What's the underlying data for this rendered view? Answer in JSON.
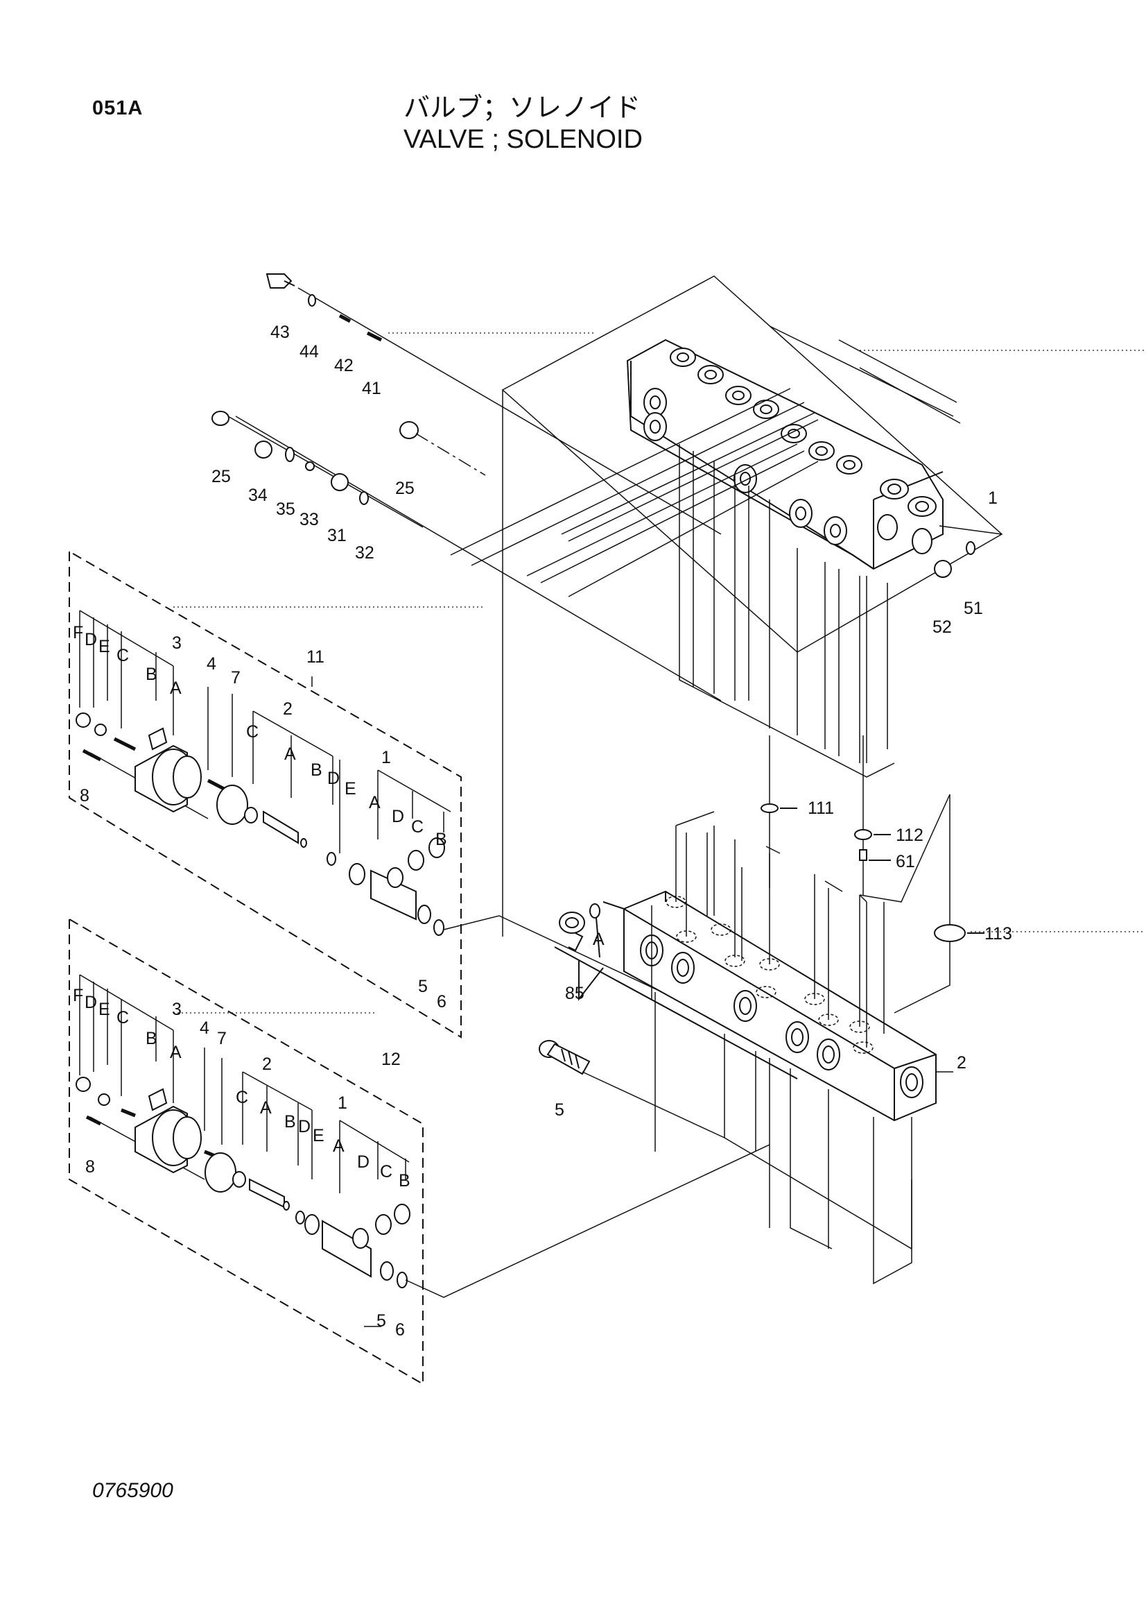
{
  "header": {
    "page_code": "051A",
    "title_jp": "バルブ；ソレノイド",
    "title_en": "VALVE ; SOLENOID"
  },
  "footer": {
    "drawing_number": "0765900"
  },
  "callouts": [
    {
      "id": "c43",
      "text": "43"
    },
    {
      "id": "c44",
      "text": "44"
    },
    {
      "id": "c42",
      "text": "42"
    },
    {
      "id": "c41",
      "text": "41"
    },
    {
      "id": "c25a",
      "text": "25"
    },
    {
      "id": "c34",
      "text": "34"
    },
    {
      "id": "c35",
      "text": "35"
    },
    {
      "id": "c33",
      "text": "33"
    },
    {
      "id": "c31",
      "text": "31"
    },
    {
      "id": "c32",
      "text": "32"
    },
    {
      "id": "c25b",
      "text": "25"
    },
    {
      "id": "c1",
      "text": "1"
    },
    {
      "id": "c52",
      "text": "52"
    },
    {
      "id": "c51",
      "text": "51"
    },
    {
      "id": "c11",
      "text": "11"
    },
    {
      "id": "u1F",
      "text": "F"
    },
    {
      "id": "u1D",
      "text": "D"
    },
    {
      "id": "u1E",
      "text": "E"
    },
    {
      "id": "u1C",
      "text": "C"
    },
    {
      "id": "u1B",
      "text": "B"
    },
    {
      "id": "u1_3",
      "text": "3"
    },
    {
      "id": "u1A",
      "text": "A"
    },
    {
      "id": "u1_4",
      "text": "4"
    },
    {
      "id": "u1_7",
      "text": "7"
    },
    {
      "id": "u1_8",
      "text": "8"
    },
    {
      "id": "u1_2",
      "text": "2"
    },
    {
      "id": "u1_2C",
      "text": "C"
    },
    {
      "id": "u1_2A",
      "text": "A"
    },
    {
      "id": "u1_2B",
      "text": "B"
    },
    {
      "id": "u1_2D",
      "text": "D"
    },
    {
      "id": "u1_2E",
      "text": "E"
    },
    {
      "id": "u1_1",
      "text": "1"
    },
    {
      "id": "u1_1A",
      "text": "A"
    },
    {
      "id": "u1_1D",
      "text": "D"
    },
    {
      "id": "u1_1C",
      "text": "C"
    },
    {
      "id": "u1_1B",
      "text": "B"
    },
    {
      "id": "u1_5",
      "text": "5"
    },
    {
      "id": "u1_6",
      "text": "6"
    },
    {
      "id": "c111",
      "text": "111"
    },
    {
      "id": "c112",
      "text": "112"
    },
    {
      "id": "c61",
      "text": "61"
    },
    {
      "id": "c113",
      "text": "113"
    },
    {
      "id": "cA",
      "text": "A"
    },
    {
      "id": "c85",
      "text": "85"
    },
    {
      "id": "c2",
      "text": "2"
    },
    {
      "id": "c5",
      "text": "5"
    },
    {
      "id": "c12",
      "text": "12"
    },
    {
      "id": "u2F",
      "text": "F"
    },
    {
      "id": "u2D",
      "text": "D"
    },
    {
      "id": "u2E",
      "text": "E"
    },
    {
      "id": "u2C",
      "text": "C"
    },
    {
      "id": "u2B",
      "text": "B"
    },
    {
      "id": "u2_3",
      "text": "3"
    },
    {
      "id": "u2A",
      "text": "A"
    },
    {
      "id": "u2_4",
      "text": "4"
    },
    {
      "id": "u2_7",
      "text": "7"
    },
    {
      "id": "u2_8",
      "text": "8"
    },
    {
      "id": "u2_2",
      "text": "2"
    },
    {
      "id": "u2_2C",
      "text": "C"
    },
    {
      "id": "u2_2A",
      "text": "A"
    },
    {
      "id": "u2_2B",
      "text": "B"
    },
    {
      "id": "u2_2D",
      "text": "D"
    },
    {
      "id": "u2_2E",
      "text": "E"
    },
    {
      "id": "u2_1",
      "text": "1"
    },
    {
      "id": "u2_1A",
      "text": "A"
    },
    {
      "id": "u2_1D",
      "text": "D"
    },
    {
      "id": "u2_1C",
      "text": "C"
    },
    {
      "id": "u2_1B",
      "text": "B"
    },
    {
      "id": "u2_5",
      "text": "5"
    },
    {
      "id": "u2_6",
      "text": "6"
    }
  ]
}
